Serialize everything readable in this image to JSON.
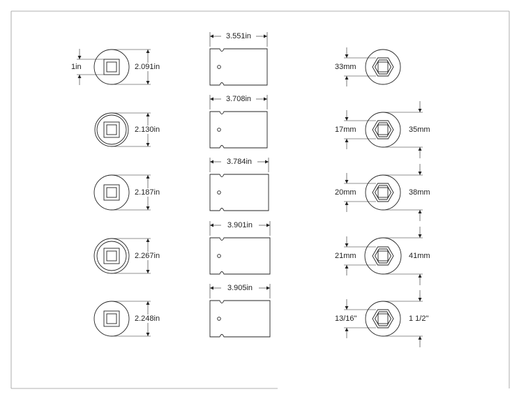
{
  "rows": [
    {
      "front": {
        "square_drive": "1in",
        "outer_diameter": "2.091in"
      },
      "side": {
        "length": "3.551in"
      },
      "hex": {
        "socket_size": "33mm",
        "outer_diameter": ""
      }
    },
    {
      "front": {
        "square_drive": "",
        "outer_diameter": "2.130in"
      },
      "side": {
        "length": "3.708in"
      },
      "hex": {
        "socket_size": "17mm",
        "outer_diameter": "35mm"
      }
    },
    {
      "front": {
        "square_drive": "",
        "outer_diameter": "2.187in"
      },
      "side": {
        "length": "3.784in"
      },
      "hex": {
        "socket_size": "20mm",
        "outer_diameter": "38mm"
      }
    },
    {
      "front": {
        "square_drive": "",
        "outer_diameter": "2.267in"
      },
      "side": {
        "length": "3.901in"
      },
      "hex": {
        "socket_size": "21mm",
        "outer_diameter": "41mm"
      }
    },
    {
      "front": {
        "square_drive": "",
        "outer_diameter": "2.248in"
      },
      "side": {
        "length": "3.905in"
      },
      "hex": {
        "socket_size": "13/16\"",
        "outer_diameter": "1 1/2\""
      }
    }
  ]
}
